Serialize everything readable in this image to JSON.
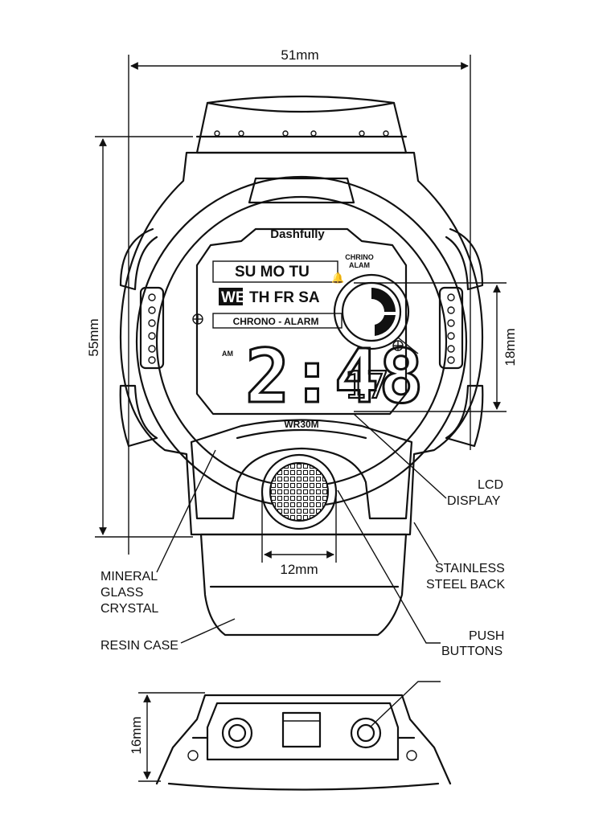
{
  "dimensions": {
    "width": "51mm",
    "height": "55mm",
    "display": "18mm",
    "button": "12mm",
    "thickness": "16mm"
  },
  "callouts": {
    "lcd_display": [
      "LCD",
      "DISPLAY"
    ],
    "stainless_steel_back": [
      "STAINLESS",
      "STEEL BACK"
    ],
    "mineral_glass_crystal": [
      "MINERAL",
      "GLASS",
      "CRYSTAL"
    ],
    "resin_case": "RESIN CASE",
    "push_buttons": [
      "PUSH",
      "BUTTONS"
    ]
  },
  "watch_face": {
    "brand": "Dashfully",
    "days_row1": "SU  MO  TU",
    "day_active": "WE",
    "days_row2": "TH  FR  SA",
    "mode_label": "CHRONO - ALARM",
    "chrono_label": [
      "CHRINO",
      "ALAM"
    ],
    "am_label": "AM",
    "time": "2:48",
    "seconds": "17",
    "water_resistance": "WR30M"
  }
}
